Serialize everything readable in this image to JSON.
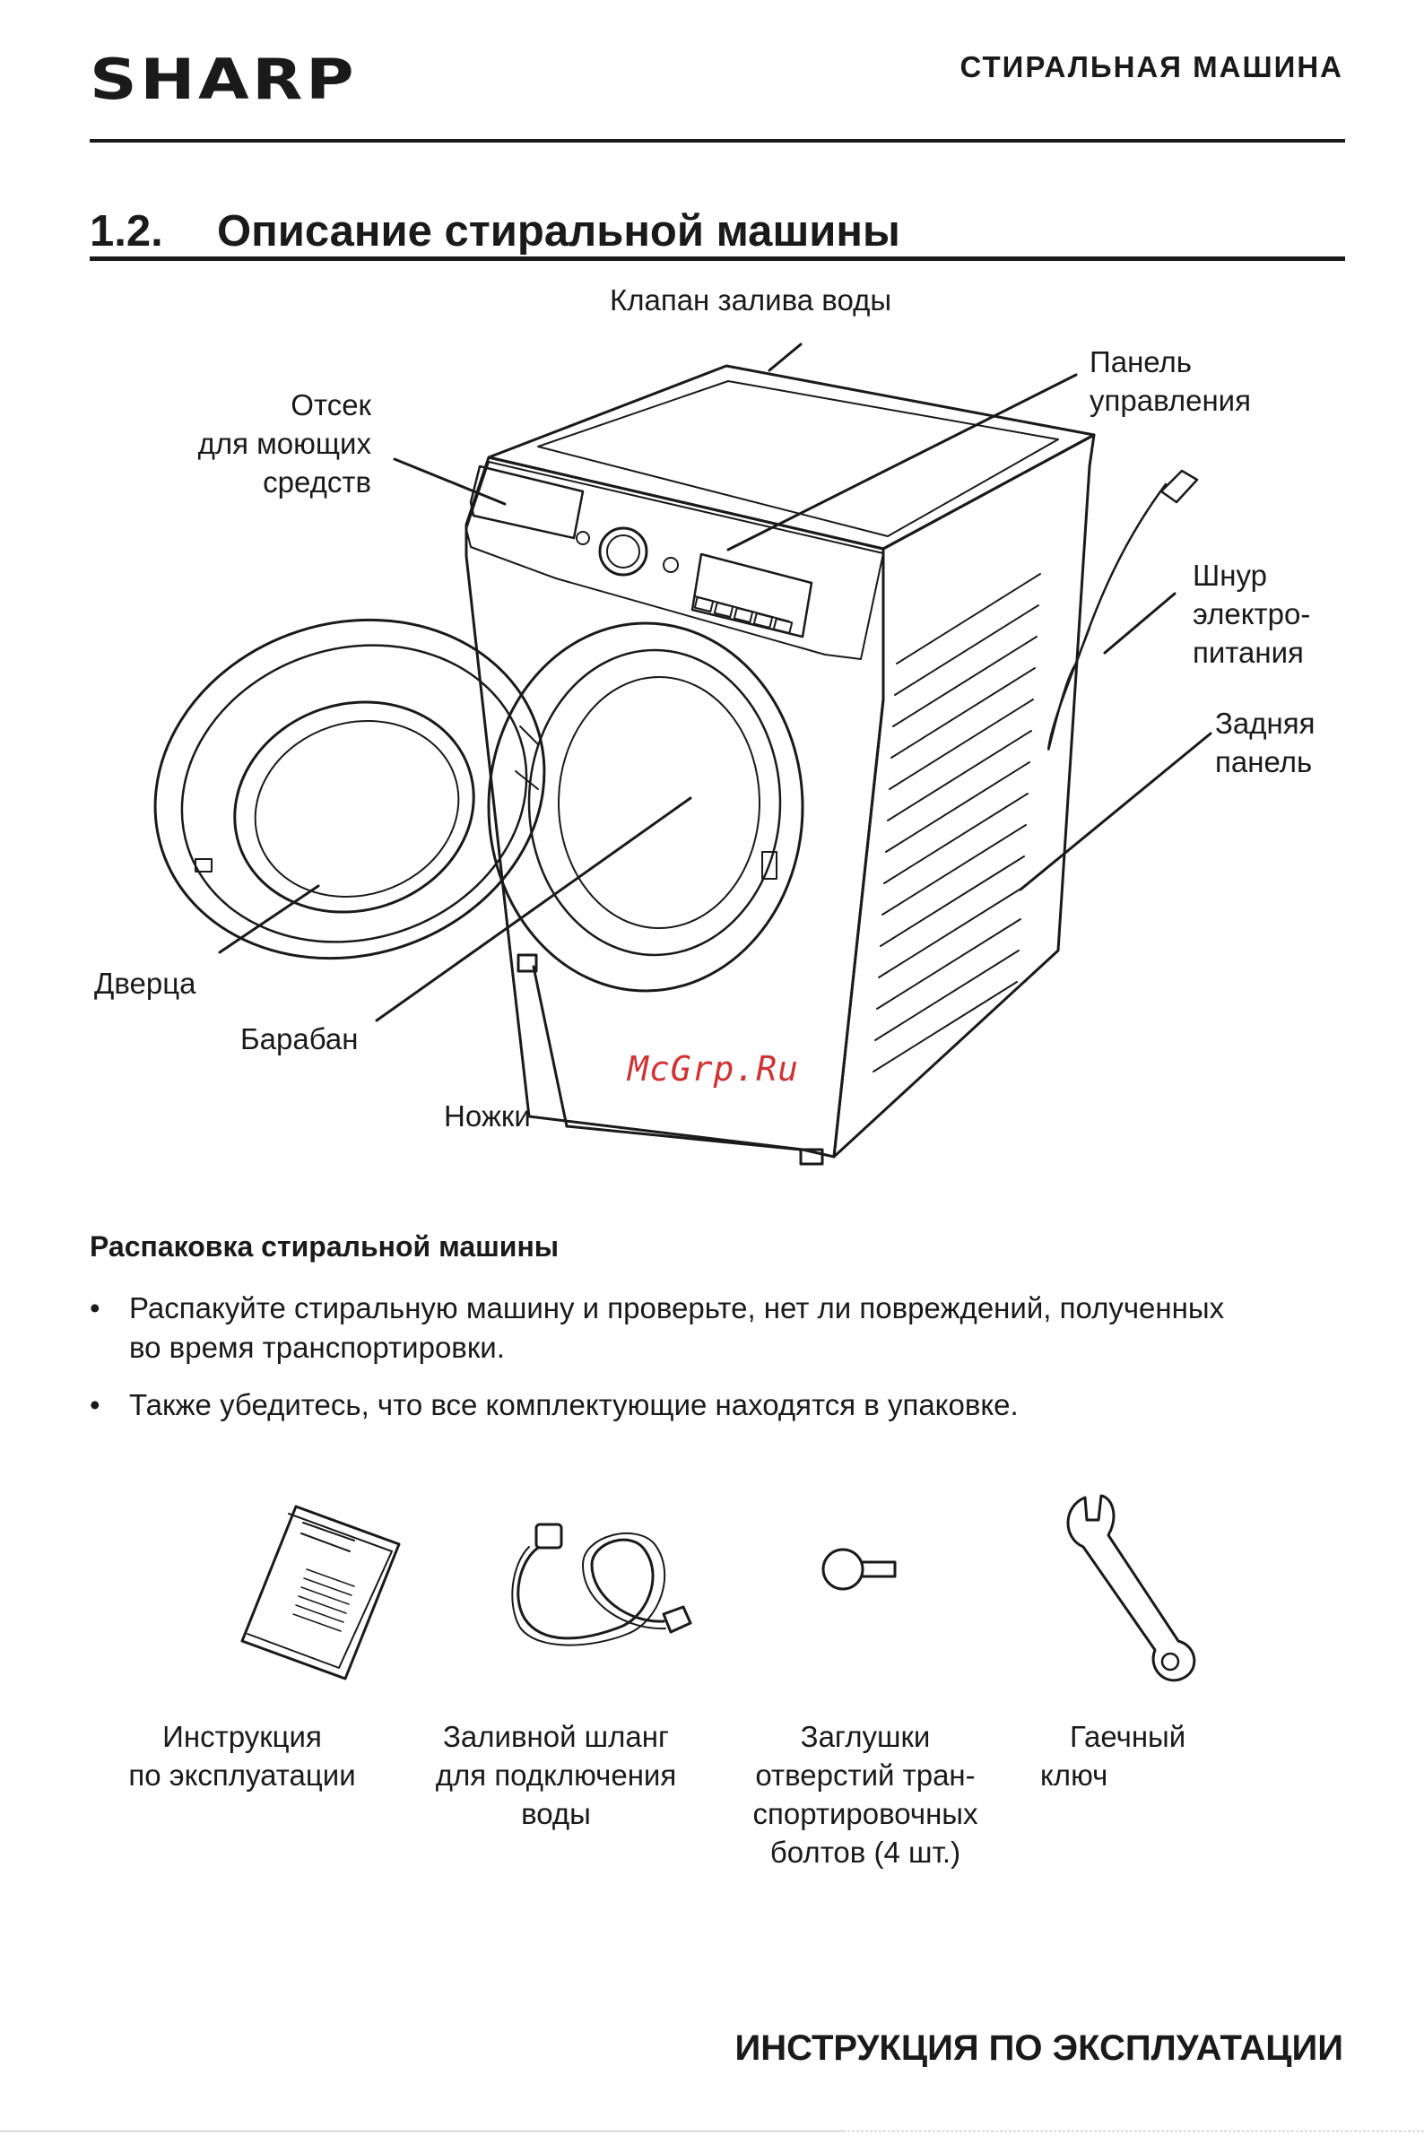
{
  "header": {
    "brand": "SHARP",
    "doc_type": "СТИРАЛЬНАЯ МАШИНА"
  },
  "section": {
    "number": "1.2.",
    "title": "Описание стиральной машины"
  },
  "diagram_labels": {
    "valve": "Клапан залива воды",
    "panel_1": "Панель",
    "panel_2": "управления",
    "detergent_1": "Отсек",
    "detergent_2": "для моющих",
    "detergent_3": "средств",
    "cord_1": "Шнур",
    "cord_2": "электро-",
    "cord_3": "питания",
    "back_1": "Задняя",
    "back_2": "панель",
    "door": "Дверца",
    "drum": "Барабан",
    "feet": "Ножки"
  },
  "watermark": "McGrp.Ru",
  "unpacking": {
    "heading": "Распаковка стиральной машины",
    "bullet_symbol": "•",
    "bullet1_line1": "Распакуйте стиральную машину и проверьте, нет ли повреждений, полученных",
    "bullet1_line2": "во время транспортировки.",
    "bullet2": "Также убедитесь, что все комплектующие находятся в упаковке."
  },
  "accessories": {
    "manual_1": "Инструкция",
    "manual_2": "по эксплуатации",
    "hose_1": "Заливной шланг",
    "hose_2": "для подключения",
    "hose_3": "воды",
    "plugs_1": "Заглушки",
    "plugs_2": "отверстий тран-",
    "plugs_3": "спортировочных",
    "plugs_4": "болтов (4 шт.)",
    "wrench_1": "Гаечный",
    "wrench_2": "ключ"
  },
  "icons": [
    "manual-icon",
    "hose-icon",
    "plug-icon",
    "wrench-icon"
  ],
  "footer": {
    "text": "ИНСТРУКЦИЯ ПО ЭКСПЛУАТАЦИИ"
  }
}
